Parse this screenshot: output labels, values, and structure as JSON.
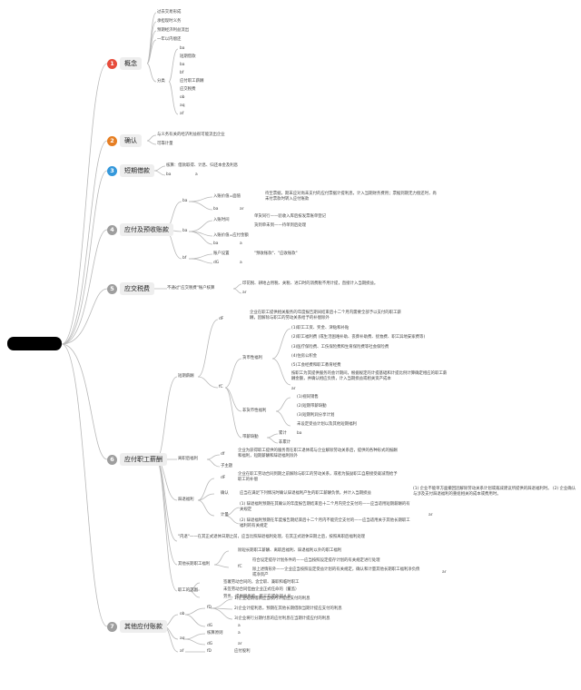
{
  "topics": [
    {
      "num": "1",
      "label": "概念",
      "color": "#e74c3c"
    },
    {
      "num": "2",
      "label": "确认",
      "color": "#e67e22"
    },
    {
      "num": "3",
      "label": "短期借款",
      "color": "#3498db"
    },
    {
      "num": "4",
      "label": "应付及预收账款",
      "color": "#9e9e9e"
    },
    {
      "num": "5",
      "label": "应交税费",
      "color": "#9e9e9e"
    },
    {
      "num": "6",
      "label": "应付职工薪酬",
      "color": "#9e9e9e"
    },
    {
      "num": "7",
      "label": "其他应付账款",
      "color": "#9e9e9e"
    }
  ],
  "concept": {
    "items": [
      "过去交易形成",
      "承担现时义务",
      "预期经济利益流出",
      "一年以内偿还"
    ],
    "classify": "分类",
    "classes": [
      "ba",
      "短期借款",
      "ba",
      "bf",
      "应付职工薪酬",
      "应交税费",
      "ob",
      "aq",
      "af"
    ]
  },
  "confirm": {
    "items": [
      "与义务有关的经济利益很可能流出企业",
      "可靠计量"
    ]
  },
  "shortloan": {
    "items": [
      "核算：借款取得、计息、归还本金及利息",
      "ba"
    ],
    "minor": "a"
  },
  "payables": {
    "g1": "ba",
    "g1a": "入账价值=面值",
    "g1a_text": "待至票据，期末应对尚未支付的应付票据计提利息，计入当期财务费用；票据到期无力偿还时，尚未付票款时转入应付账款",
    "g1b": "ba",
    "g1b_v": "ar",
    "g2": "ba",
    "g2a": "入账时间",
    "g2a1": "单货同行——验收入库后按发票账单登记",
    "g2a2": "货到单未到——待单到后处理",
    "g2b": "入账价值=应付金额",
    "g2c": "ba",
    "g2c_v": "a",
    "g3": "bf",
    "g3a": "账户设置",
    "g3a_v": "\"预收账款\"、\"应收账款\"",
    "g3b": "dG",
    "g3b_v": "a"
  },
  "tax": {
    "main": "不通过\"应交税费\"账户核算",
    "items": [
      "印花税、耕地占用税、关税、进口时的消费税不用计提，直接计入当期损益。",
      "ar"
    ]
  },
  "salary": {
    "short_label": "短期薪酬",
    "short_sub": "dF",
    "short_desc": "企业在职工提供相关服务的年度报告期间结束后十二个月内需要全部予以支付的职工薪酬，因解除与职工的劳动关系给予的补偿除外",
    "fc": "fC",
    "monetary": "货币性福利",
    "mon_items": [
      "(1)职工工资、奖金、津贴和补贴",
      "(2)职工福利费 (或生活困难补助、丧葬补助费、抚恤费、职工异地安家费等)",
      "(3)医疗保险费、工伤保险费和生育保险费等社会保险费",
      "(4)住房公积金",
      "(5)工会经费和职工教育经费",
      "按职工为其提供服务的会计期间，根据规定的计提基础和计提比例计算确定相应的职工薪酬金额，并确认相应负债，计入当期损益或相关资产成本",
      "ar"
    ],
    "nonmon": "非货币性福利",
    "nonmon_items": [
      "(1)视同销售",
      "(2)短期带薪缺勤",
      "(3)短期利润分享计划",
      "未设定受益计划以及其他短期福利",
      "ba"
    ],
    "paid": "带薪缺勤",
    "paid_items": [
      "累计",
      "非累计"
    ],
    "post_label": "离职后福利",
    "post_sub": "df",
    "post_desc": "企业为获得职工提供的服务而在职工退休或与企业解除劳动关系后，提供的各种形式的报酬和福利，短期薪酬和辞退福利除外",
    "post_minor": "子主题",
    "term_label": "辞退福利",
    "term_sub": "dF",
    "term_desc": "企业在职工劳动合同到期之前解除与职工的劳动关系，或者为鼓励职工自愿接受裁减而给予职工的补偿",
    "confirm": "确认",
    "confirm_text": "应当在满足下列情况时确认辞退福利产生的职工薪酬负债，并计入当期损益",
    "confirm_side": "(1) 企业不能单方面撤回因解除劳动关系计划或裁减建议所提供的辞退福利时。\n(2) 企业确认与涉及支付辞退福利的重组相关的成本或费用时。",
    "measure": "计量",
    "measure1": "(1) 辞退福利预期在其确认的年度报告期结束后十二个月内完全支付的——应当适用短期薪酬的有关规定",
    "measure2": "(2) 辞退福利预期在年度报告期结束后十二个月内不能完全支付的——应当适用关于其他长期职工福利的有关规定",
    "measure_tag": "ar",
    "internal": "\"内退\"——在其正式退休日期之前，应当比照辞退福利处理，在其正式退休日期之后，按照离职后福利处理",
    "long_label": "其他长期职工福利",
    "long_top": "除短长期职工薪酬、离职后福利、辞退福利以外的职工福利",
    "long_fc": "fC",
    "long1": "符合设定提存计划条件的——应当按照设定提存计划的有关规定进行处理",
    "long2": "除上述情形外——企业应当按照设定受益计划的有关规定，确认和计量其他长期职工福利净负债或净资产",
    "long_tag": "ar",
    "scope_label": "职工的范围",
    "scope_items": [
      "签署劳动合同的，含全职、兼职和临时职工",
      "未签劳动合同但由企业正式任命的（董监）",
      "劳务，提供服务的，第三方或外部人员"
    ]
  },
  "other": {
    "a1": "ob",
    "a2": "fD",
    "a_items": [
      "1)企业短期借款应当按月计提应支付的利息",
      "2)企业计提利息，预期在其他长期借款当期计提应支付的利息",
      "3)企业将行分期付息的应付利息在当期计提应付的利息"
    ],
    "b1": "dG",
    "b1v": "a",
    "c1": "aq",
    "c2": "核算原则",
    "c2v": "a",
    "c3": "dG",
    "c3v": "ar",
    "d1": "af",
    "d2": "fD",
    "d2v": "应付股利"
  }
}
